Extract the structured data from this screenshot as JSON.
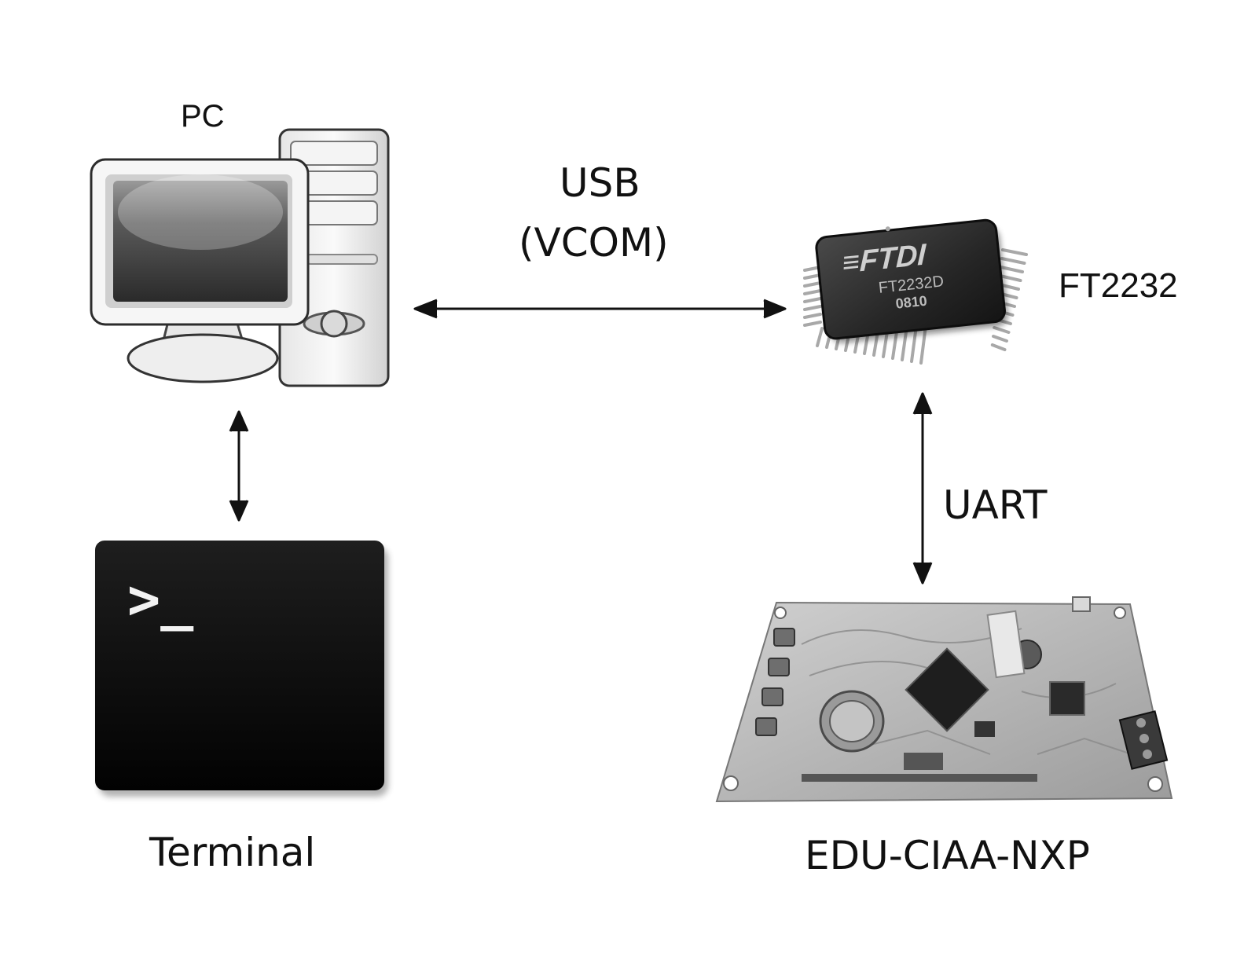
{
  "diagram": {
    "nodes": {
      "pc": {
        "label": "PC",
        "icon": "desktop-computer-icon"
      },
      "terminal": {
        "label": "Terminal",
        "icon": "terminal-icon",
        "prompt": ">_"
      },
      "ft2232": {
        "label": "FT2232",
        "icon": "ftdi-chip-icon"
      },
      "edu": {
        "label": "EDU-CIAA-NXP",
        "icon": "circuit-board-icon"
      }
    },
    "links": {
      "usb": {
        "label_line1": "USB",
        "label_line2": "(VCOM)",
        "from": "PC",
        "to": "FT2232",
        "direction": "bidirectional"
      },
      "uart": {
        "label": "UART",
        "from": "FT2232",
        "to": "EDU-CIAA-NXP",
        "direction": "bidirectional"
      },
      "pc_terminal": {
        "from": "PC",
        "to": "Terminal",
        "direction": "bidirectional"
      }
    },
    "colors": {
      "stroke": "#111111",
      "terminal_bg": "#0a0a0a",
      "board": "#b5b5b5",
      "chip": "#262626"
    }
  }
}
